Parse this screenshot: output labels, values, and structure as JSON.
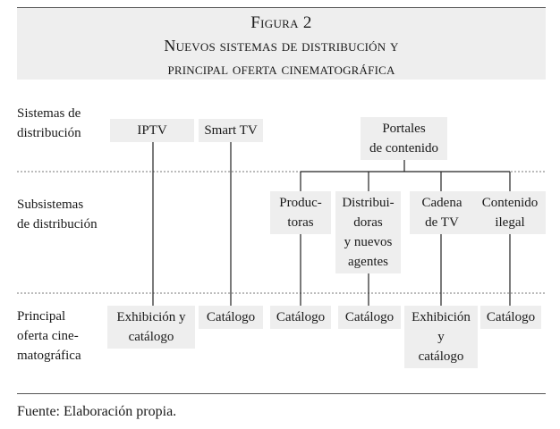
{
  "figure": {
    "label": "Figura 2",
    "title_line1": "Nuevos sistemas de distribución y",
    "title_line2": "principal oferta cinematográfica"
  },
  "rows": {
    "sistemas": "Sistemas de\ndistribución",
    "subsistemas": "Subsistemas\nde distribución",
    "oferta": "Principal\noferta cine-\nmatográfica"
  },
  "sistemas": {
    "iptv": "IPTV",
    "smart_tv": "Smart TV",
    "portales": "Portales\nde contenido"
  },
  "subsistemas": {
    "productoras": "Produc-\ntoras",
    "distribuidoras": "Distribui-\ndoras\ny nuevos\nagentes",
    "cadena_tv": "Cadena\nde TV",
    "contenido_ilegal": "Contenido\nilegal"
  },
  "oferta": {
    "iptv": "Exhibición y\ncatálogo",
    "smart_tv": "Catálogo",
    "productoras": "Catálogo",
    "distribuidoras": "Catálogo",
    "cadena_tv": "Exhibición\ny\ncatálogo",
    "contenido_ilegal": "Catálogo"
  },
  "source": "Fuente: Elaboración propia."
}
